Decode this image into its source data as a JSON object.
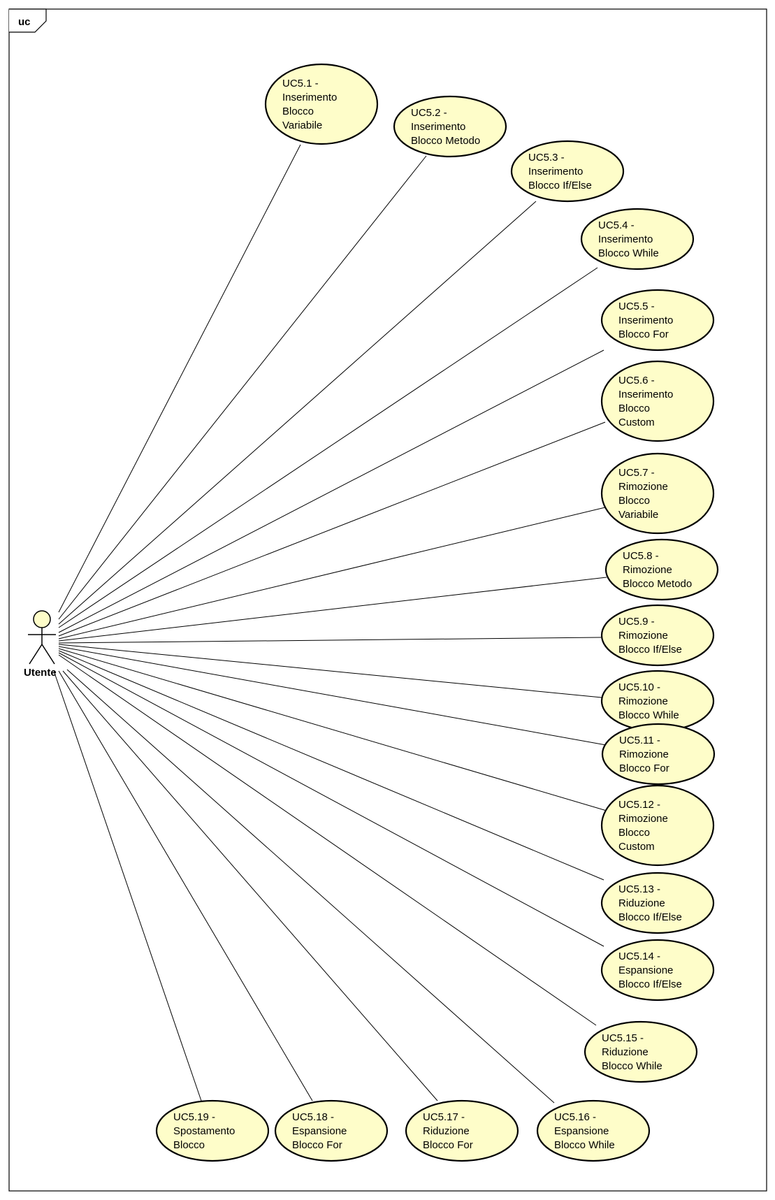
{
  "frame": {
    "tag": "uc"
  },
  "colors": {
    "usecase_fill": "#FEFDC9",
    "stroke": "#000000",
    "actor_fill": "#FEFDC9",
    "background": "#FFFFFF"
  },
  "actor": {
    "name": "Utente"
  },
  "use_cases": [
    {
      "id": "uc5-1",
      "lines": [
        "UC5.1 -",
        "Inserimento",
        "Blocco",
        "Variabile"
      ]
    },
    {
      "id": "uc5-2",
      "lines": [
        "UC5.2 -",
        "Inserimento",
        "Blocco Metodo"
      ]
    },
    {
      "id": "uc5-3",
      "lines": [
        "UC5.3 -",
        "Inserimento",
        "Blocco If/Else"
      ]
    },
    {
      "id": "uc5-4",
      "lines": [
        "UC5.4 -",
        "Inserimento",
        "Blocco While"
      ]
    },
    {
      "id": "uc5-5",
      "lines": [
        "UC5.5 -",
        "Inserimento",
        "Blocco For"
      ]
    },
    {
      "id": "uc5-6",
      "lines": [
        "UC5.6 -",
        "Inserimento",
        "Blocco",
        "Custom"
      ]
    },
    {
      "id": "uc5-7",
      "lines": [
        "UC5.7 -",
        "Rimozione",
        "Blocco",
        "Variabile"
      ]
    },
    {
      "id": "uc5-8",
      "lines": [
        "UC5.8 -",
        "Rimozione",
        "Blocco Metodo"
      ]
    },
    {
      "id": "uc5-9",
      "lines": [
        "UC5.9 -",
        "Rimozione",
        "Blocco If/Else"
      ]
    },
    {
      "id": "uc5-10",
      "lines": [
        "UC5.10 -",
        "Rimozione",
        "Blocco While"
      ]
    },
    {
      "id": "uc5-11",
      "lines": [
        "UC5.11 -",
        "Rimozione",
        "Blocco For"
      ]
    },
    {
      "id": "uc5-12",
      "lines": [
        "UC5.12 -",
        "Rimozione",
        "Blocco",
        "Custom"
      ]
    },
    {
      "id": "uc5-13",
      "lines": [
        "UC5.13 -",
        "Riduzione",
        "Blocco If/Else"
      ]
    },
    {
      "id": "uc5-14",
      "lines": [
        "UC5.14 -",
        "Espansione",
        "Blocco If/Else"
      ]
    },
    {
      "id": "uc5-15",
      "lines": [
        "UC5.15 -",
        "Riduzione",
        "Blocco While"
      ]
    },
    {
      "id": "uc5-16",
      "lines": [
        "UC5.16 -",
        "Espansione",
        "Blocco While"
      ]
    },
    {
      "id": "uc5-17",
      "lines": [
        "UC5.17 -",
        "Riduzione",
        "Blocco For"
      ]
    },
    {
      "id": "uc5-18",
      "lines": [
        "UC5.18 -",
        "Espansione",
        "Blocco For"
      ]
    },
    {
      "id": "uc5-19",
      "lines": [
        "UC5.19 -",
        "Spostamento",
        "Blocco"
      ]
    }
  ]
}
